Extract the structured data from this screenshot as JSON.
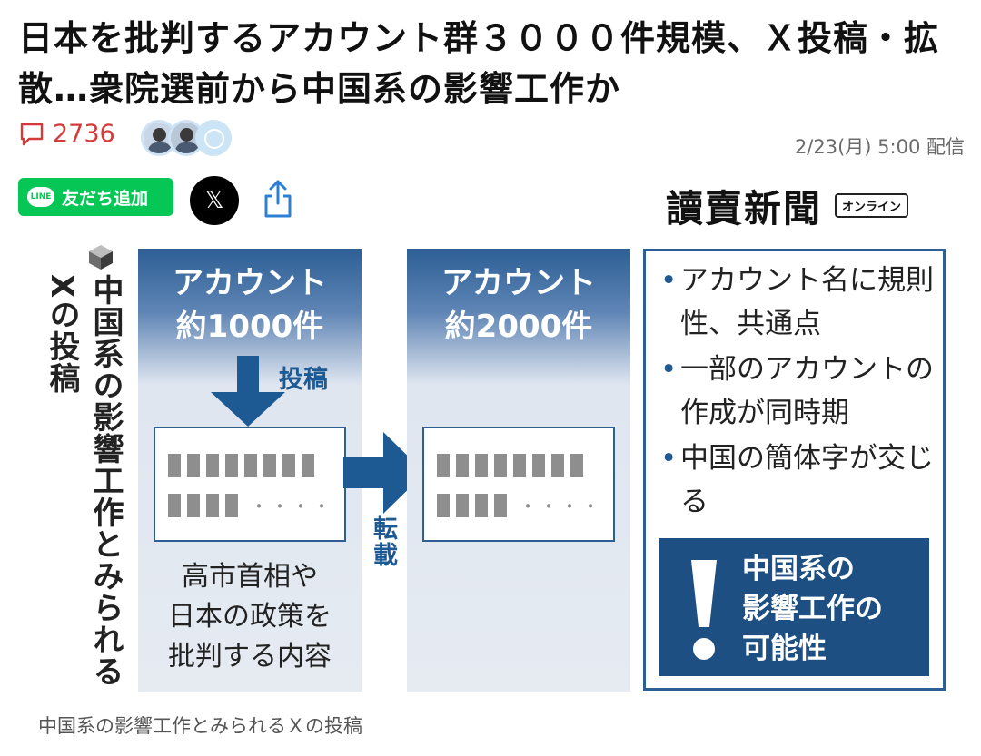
{
  "article": {
    "title": "日本を批判するアカウント群３０００件規模、Ｘ投稿・拡散…衆院選前から中国系の影響工作か",
    "comment_count": "2736",
    "date": "2/23(月) 5:00 配信"
  },
  "share": {
    "line_label": "友だち追加",
    "line_logo": "LINE",
    "x_label": "𝕏"
  },
  "publisher": {
    "name": "讀賣新聞",
    "tag": "オンライン"
  },
  "infographic": {
    "side_title": "中国系の影響工作とみられるXの投稿",
    "col1_head_1": "アカウント",
    "col1_head_2": "約1000件",
    "post_label": "投稿",
    "criticism_1": "高市首相や",
    "criticism_2": "日本の政策を",
    "criticism_3": "批判する内容",
    "repost_label": "転載",
    "col2_head_1": "アカウント",
    "col2_head_2": "約2000件",
    "notes": [
      "アカウント名に規則性、共通点",
      "一部のアカウントの作成が同時期",
      "中国の簡体字が交じる"
    ],
    "alert_1": "中国系の",
    "alert_2": "影響工作の",
    "alert_3": "可能性",
    "dots": "・・・・"
  },
  "caption": "中国系の影響工作とみられるＸの投稿",
  "colors": {
    "accent": "#1d4f82",
    "comment_red": "#d33a3a",
    "line_green": "#06c755"
  }
}
